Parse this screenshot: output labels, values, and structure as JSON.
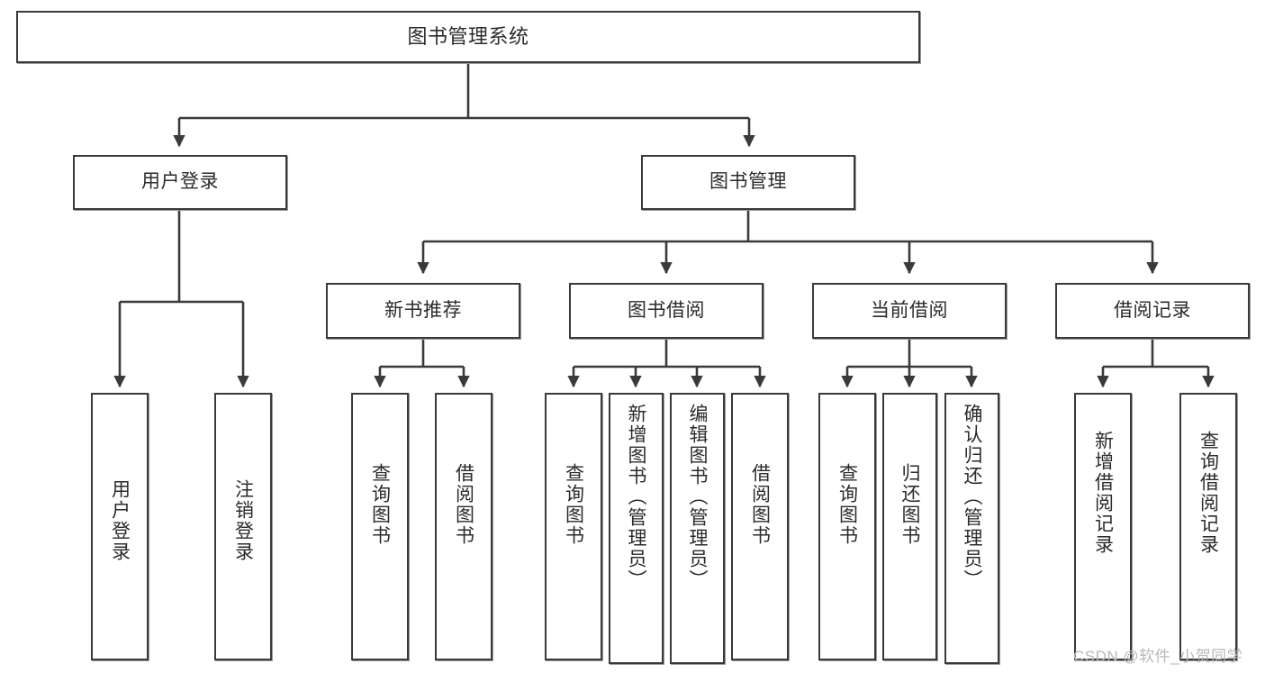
{
  "diagram": {
    "title": "图书管理系统",
    "type": "hierarchy-tree",
    "root": {
      "label": "图书管理系统"
    },
    "level2": [
      {
        "label": "用户登录"
      },
      {
        "label": "图书管理"
      }
    ],
    "level3": [
      {
        "label": "新书推荐"
      },
      {
        "label": "图书借阅"
      },
      {
        "label": "当前借阅"
      },
      {
        "label": "借阅记录"
      }
    ],
    "leaves": {
      "user_login": [
        {
          "label": "用户登录"
        },
        {
          "label": "注销登录"
        }
      ],
      "new_book_recommend": [
        {
          "label": "查询图书"
        },
        {
          "label": "借阅图书"
        }
      ],
      "book_borrow": [
        {
          "label": "查询图书"
        },
        {
          "label": "新增图书（管理员）"
        },
        {
          "label": "编辑图书（管理员）"
        },
        {
          "label": "借阅图书"
        }
      ],
      "current_borrow": [
        {
          "label": "查询图书"
        },
        {
          "label": "归还图书"
        },
        {
          "label": "确认归还（管理员）"
        }
      ],
      "borrow_record": [
        {
          "label": "新增借阅记录"
        },
        {
          "label": "查询借阅记录"
        }
      ]
    }
  },
  "watermark": {
    "text": "CSDN @软件_小贺同学"
  },
  "colors": {
    "stroke": "#3a3a3a",
    "fill": "#ffffff",
    "text": "#2b2b2b",
    "watermark": "#b9b9b9"
  }
}
